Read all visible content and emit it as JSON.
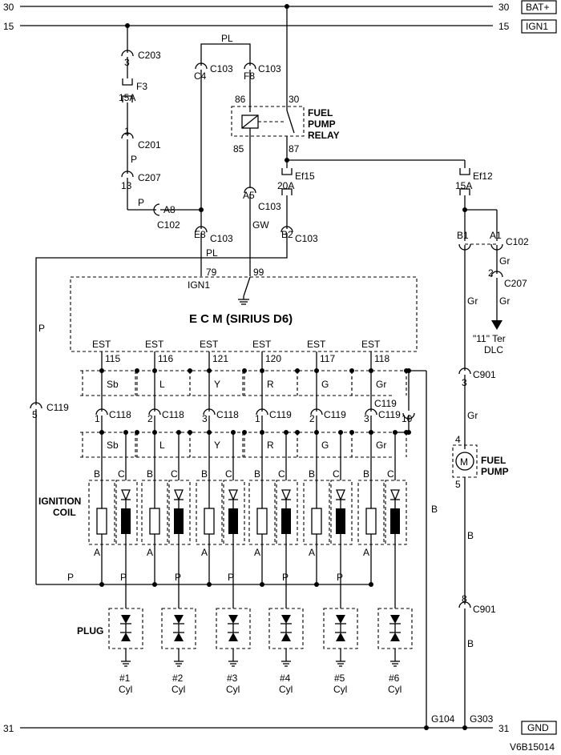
{
  "rails": {
    "bat": {
      "num_left": "30",
      "num_right": "30",
      "label": "BAT+"
    },
    "ign": {
      "num_left": "15",
      "num_right": "15",
      "label": "IGN1"
    },
    "gnd": {
      "num_left": "31",
      "num_right": "31",
      "label": "GND"
    }
  },
  "connectors": {
    "c203": "C203",
    "c203_pin": "3",
    "fuse_f3": "F3",
    "fuse_f3_amp": "15A",
    "c201": "C201",
    "c201_pin": "1",
    "c207": "C207",
    "c207_pin": "13",
    "c102_left": "C102",
    "c102_left_pin": "A8",
    "c103_c4": "C103",
    "c103_c4_pin": "C4",
    "c103_f8": "C103",
    "c103_f8_pin": "F8",
    "c103_a5": "C103",
    "c103_a5_pin": "A5",
    "c103_e8": "C103",
    "c103_e8_pin": "E8",
    "c103_b2": "C103",
    "c103_b2_pin": "B2",
    "fuse_ef15": "Ef15",
    "fuse_ef15_amp": "20A",
    "fuse_ef12": "Ef12",
    "fuse_ef12_amp": "15A",
    "c102_right": "C102",
    "c102_b1": "B1",
    "c102_a1": "A1",
    "c207_right": "C207",
    "c207_right_pin": "2",
    "c901_top": "C901",
    "c901_top_pin": "3",
    "c901_bot": "C901",
    "c901_bot_pin": "8",
    "c119_left": "C119",
    "c119_left_pin": "5",
    "c119_right": "C119",
    "c119_right_pin": "10",
    "g104": "G104",
    "g303": "G303"
  },
  "wires": {
    "pl": "PL",
    "p": "P",
    "gw": "GW",
    "gr": "Gr",
    "b": "B"
  },
  "relay": {
    "pin86": "86",
    "pin85": "85",
    "pin30": "30",
    "pin87": "87",
    "label_l1": "FUEL",
    "label_l2": "PUMP",
    "label_l3": "RELAY"
  },
  "ecm": {
    "title": "E  C  M (SIRIUS D6)",
    "pin79": "79",
    "pin99": "99",
    "ign1": "IGN1"
  },
  "dlc": {
    "l1": "\"11\" Ter",
    "l2": "DLC"
  },
  "pump": {
    "l1": "FUEL",
    "l2": "PUMP",
    "motor": "M",
    "pin4": "4",
    "pin5": "5"
  },
  "ignition_label": {
    "l1": "IGNITION",
    "l2": "COIL"
  },
  "plug_label": "PLUG",
  "est_label": "EST",
  "cylinders": [
    {
      "est": "115",
      "c118pin": "1",
      "conn": "C118",
      "color": "Sb",
      "cyl": "#1"
    },
    {
      "est": "116",
      "c118pin": "2",
      "conn": "C118",
      "color": "L",
      "cyl": "#2"
    },
    {
      "est": "121",
      "c118pin": "3",
      "conn": "C118",
      "color": "Y",
      "cyl": "#3"
    },
    {
      "est": "120",
      "c118pin": "1",
      "conn": "C119",
      "color": "R",
      "cyl": "#4"
    },
    {
      "est": "117",
      "c118pin": "2",
      "conn": "C119",
      "color": "G",
      "cyl": "#5"
    },
    {
      "est": "118",
      "c118pin": "3",
      "conn": "C119",
      "color": "Gr",
      "cyl": "#6"
    }
  ],
  "coil_pins": {
    "a": "A",
    "b": "B",
    "c": "C"
  },
  "cyl_word": "Cyl",
  "figure_id": "V6B15014"
}
